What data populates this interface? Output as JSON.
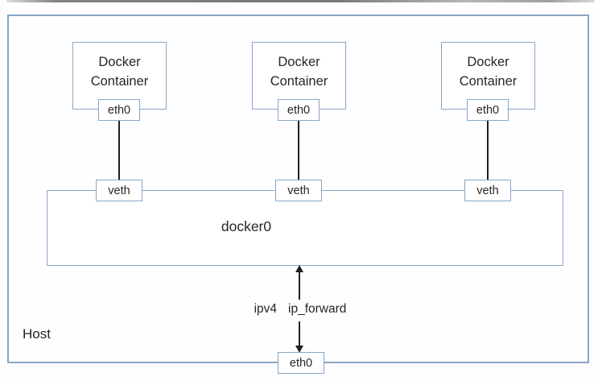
{
  "host": {
    "label": "Host",
    "interface": "eth0"
  },
  "containers": [
    {
      "title": "Docker Container",
      "interface": "eth0",
      "port": "veth"
    },
    {
      "title": "Docker Container",
      "interface": "eth0",
      "port": "veth"
    },
    {
      "title": "Docker Container",
      "interface": "eth0",
      "port": "veth"
    }
  ],
  "bridge": {
    "label": "docker0"
  },
  "forward": {
    "word1": "ipv4",
    "word2": "ip_forward"
  },
  "colors": {
    "box_border": "#8AA6C6",
    "connector_line": "#1F1F1F",
    "text": "#262626"
  }
}
